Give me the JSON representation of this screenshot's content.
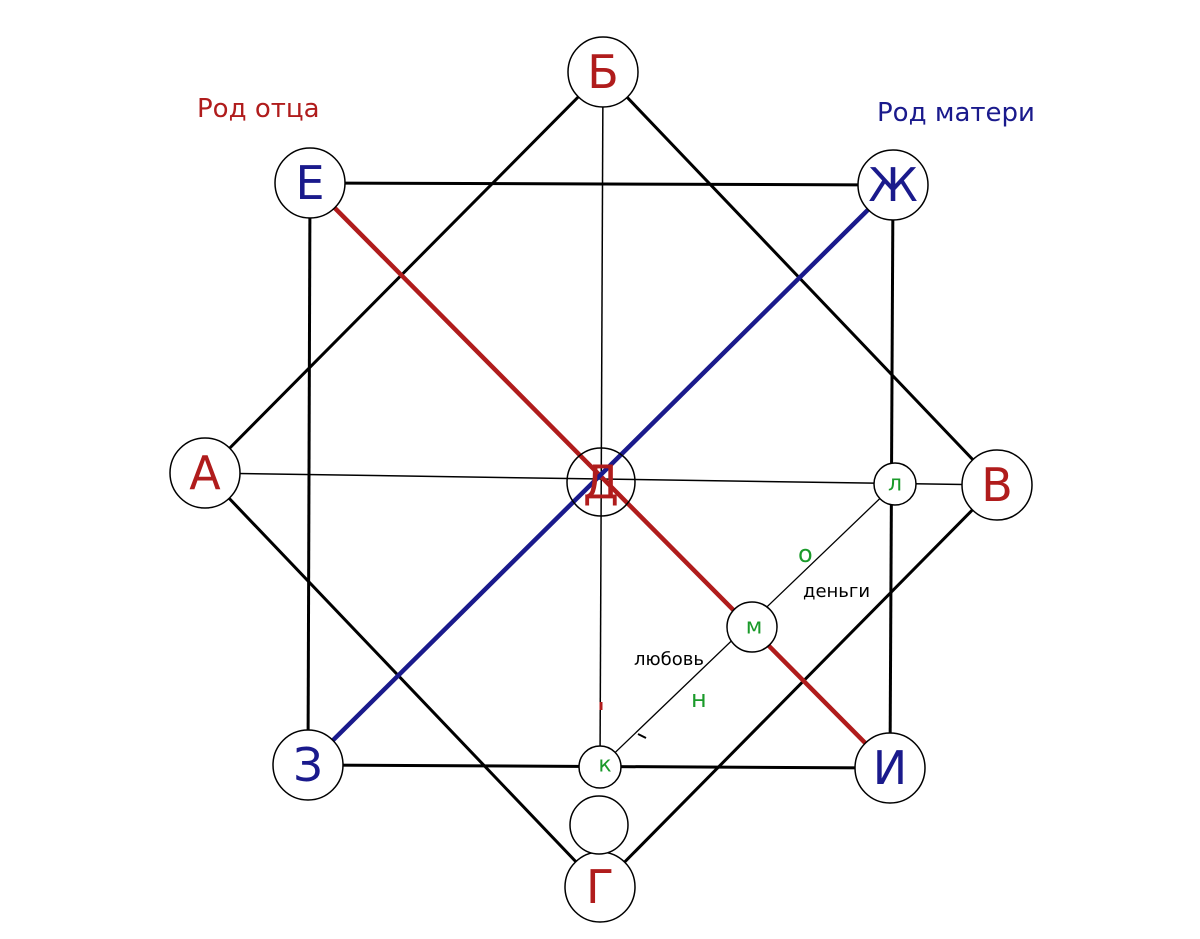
{
  "colors": {
    "red": "#b01c1c",
    "navy": "#1a1a8c",
    "green": "#1a9a2a",
    "black": "#000000"
  },
  "captions": {
    "father_line": "Род отца",
    "mother_line": "Род матери"
  },
  "nodes": {
    "a": "А",
    "b": "Б",
    "v": "В",
    "g": "Г",
    "d": "Д",
    "e": "Е",
    "zh": "Ж",
    "z": "З",
    "i": "И",
    "k": "к",
    "l": "л",
    "m": "м"
  },
  "labels": {
    "o": "о",
    "n": "н",
    "money": "деньги",
    "love": "любовь"
  }
}
